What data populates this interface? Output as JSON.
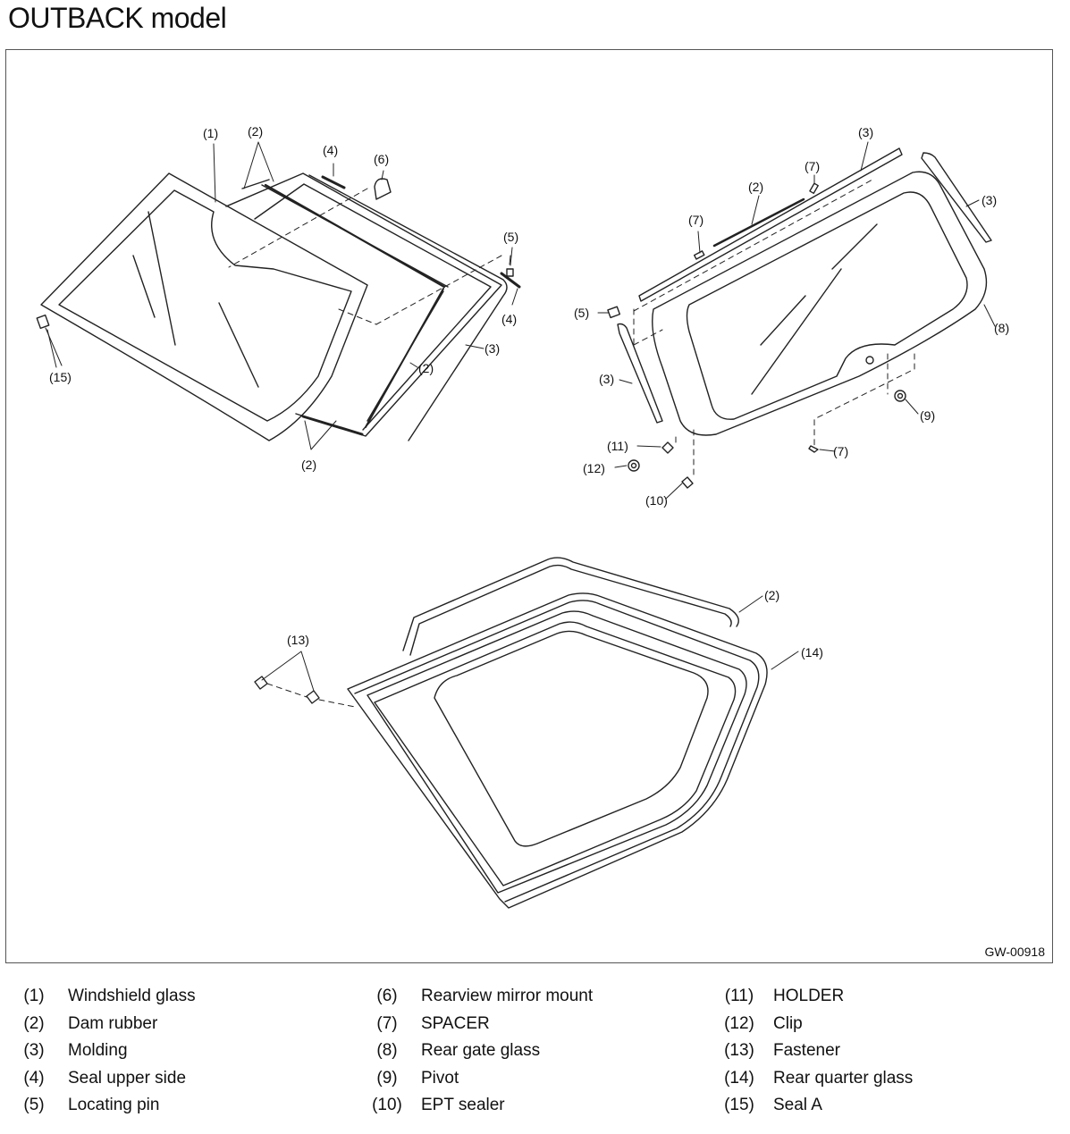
{
  "title": "OUTBACK model",
  "figure_code": "GW-00918",
  "callouts": {
    "c1": "(1)",
    "c2": "(2)",
    "c3": "(3)",
    "c4": "(4)",
    "c5": "(5)",
    "c6": "(6)",
    "c7": "(7)",
    "c8": "(8)",
    "c9": "(9)",
    "c10": "(10)",
    "c11": "(11)",
    "c12": "(12)",
    "c13": "(13)",
    "c14": "(14)",
    "c15": "(15)"
  },
  "legend": [
    {
      "num": "(1)",
      "label": "Windshield glass"
    },
    {
      "num": "(2)",
      "label": "Dam rubber"
    },
    {
      "num": "(3)",
      "label": "Molding"
    },
    {
      "num": "(4)",
      "label": "Seal upper side"
    },
    {
      "num": "(5)",
      "label": "Locating pin"
    },
    {
      "num": "(6)",
      "label": "Rearview mirror mount"
    },
    {
      "num": "(7)",
      "label": "SPACER"
    },
    {
      "num": "(8)",
      "label": "Rear gate glass"
    },
    {
      "num": "(9)",
      "label": "Pivot"
    },
    {
      "num": "(10)",
      "label": "EPT sealer"
    },
    {
      "num": "(11)",
      "label": "HOLDER"
    },
    {
      "num": "(12)",
      "label": "Clip"
    },
    {
      "num": "(13)",
      "label": "Fastener"
    },
    {
      "num": "(14)",
      "label": "Rear quarter glass"
    },
    {
      "num": "(15)",
      "label": "Seal A"
    }
  ]
}
